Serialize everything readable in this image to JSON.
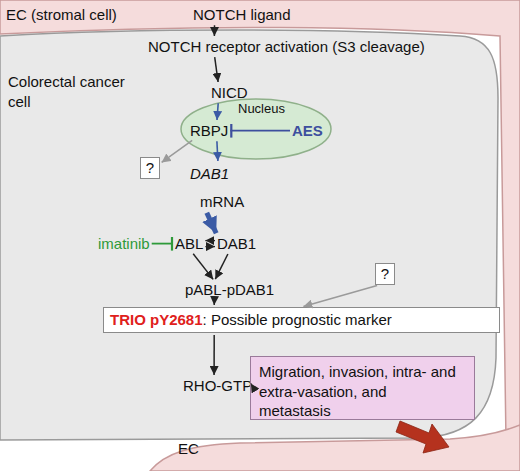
{
  "diagram": {
    "nodes": [
      {
        "text": [
          "EC (stromal cell)"
        ]
      },
      {
        "text": [
          "NOTCH ligand"
        ],
        "in": 0
      },
      {
        "text": [
          "Colorectal cancer cell"
        ]
      },
      {
        "text": [
          "NOTCH receptor activation (S3 cleavage)"
        ],
        "in": 2
      },
      {
        "text": [
          "NICD"
        ],
        "in": 2
      },
      {
        "text": [
          "Nucleus"
        ],
        "in": 2
      },
      {
        "text": [
          "RBPJ"
        ],
        "in": 5
      },
      {
        "text": [
          "AES"
        ],
        "in": 5
      },
      {
        "text": [
          "?"
        ],
        "in": 2
      },
      {
        "text": [
          "DAB1",
          "mRNA"
        ],
        "in": 2
      },
      {
        "text": [
          "imatinib"
        ],
        "in": 2
      },
      {
        "text": [
          "ABL"
        ],
        "in": 2
      },
      {
        "text": [
          "DAB1"
        ],
        "in": 2
      },
      {
        "text": [
          "pABL-pDAB1"
        ],
        "in": 2
      },
      {
        "text": [
          "?"
        ],
        "in": 2
      },
      {
        "text": [
          "TRIO pY2681",
          ": Possible prognostic marker"
        ],
        "in": 2
      },
      {
        "text": [
          "RHO-GTP"
        ],
        "in": 2
      },
      {
        "text": [
          "Migration, invasion, intra- and extra-vasation, and metastasis"
        ],
        "in": 2
      },
      {
        "text": [
          "EC"
        ]
      }
    ],
    "edges": [
      {
        "from": 1,
        "to": 3,
        "arrow": "to"
      },
      {
        "from": 3,
        "to": 4,
        "arrow": "to"
      },
      {
        "from": 4,
        "to": 6,
        "arrow": "to"
      },
      {
        "from": 7,
        "to": 6,
        "arrow": "to"
      },
      {
        "from": 6,
        "to": 8,
        "arrow": "to"
      },
      {
        "from": 6,
        "to": 9,
        "arrow": "to"
      },
      {
        "from": 9,
        "to": 12,
        "arrow": "to"
      },
      {
        "from": 11,
        "to": 12,
        "arrow": "both"
      },
      {
        "from": 10,
        "to": 11,
        "arrow": "to"
      },
      {
        "from": 11,
        "to": 13,
        "arrow": "to"
      },
      {
        "from": 12,
        "to": 13,
        "arrow": "to"
      },
      {
        "from": 13,
        "to": 15,
        "arrow": "to"
      },
      {
        "from": 14,
        "to": 15,
        "arrow": "to"
      },
      {
        "from": 15,
        "to": 16,
        "arrow": "to"
      },
      {
        "from": 16,
        "to": 17,
        "arrow": "to"
      }
    ]
  }
}
